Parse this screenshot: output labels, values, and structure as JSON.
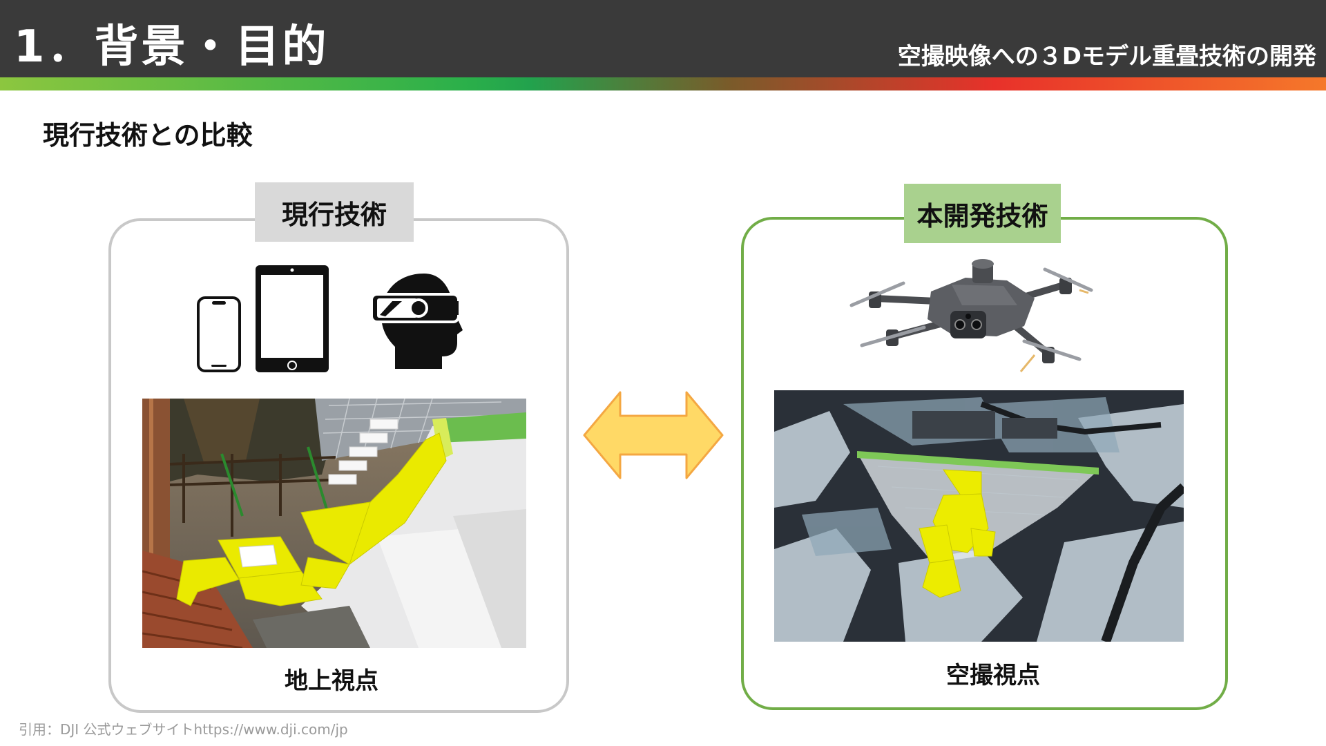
{
  "header": {
    "title": "1．背景・目的",
    "subtitle": "空撮映像への３Dモデル重畳技術の開発"
  },
  "section": {
    "heading": "現行技術との比較"
  },
  "left_panel": {
    "tag": "現行技術",
    "caption": "地上視点",
    "icons": [
      "smartphone-icon",
      "tablet-icon",
      "vr-headset-icon"
    ]
  },
  "right_panel": {
    "tag": "本開発技術",
    "caption": "空撮視点",
    "icons": [
      "drone-image"
    ]
  },
  "footer": {
    "note": "引用：DJI 公式ウェブサイトhttps://www.dji.com/jp"
  },
  "colors": {
    "header_bg": "#3a3a3a",
    "left_border": "#c8c8c8",
    "right_border": "#71ad47",
    "left_tag_bg": "#d9d9d9",
    "right_tag_bg": "#a9d18e",
    "arrow_fill": "#ffd966",
    "arrow_stroke": "#f4a742",
    "overlay_yellow": "#e8e800"
  }
}
